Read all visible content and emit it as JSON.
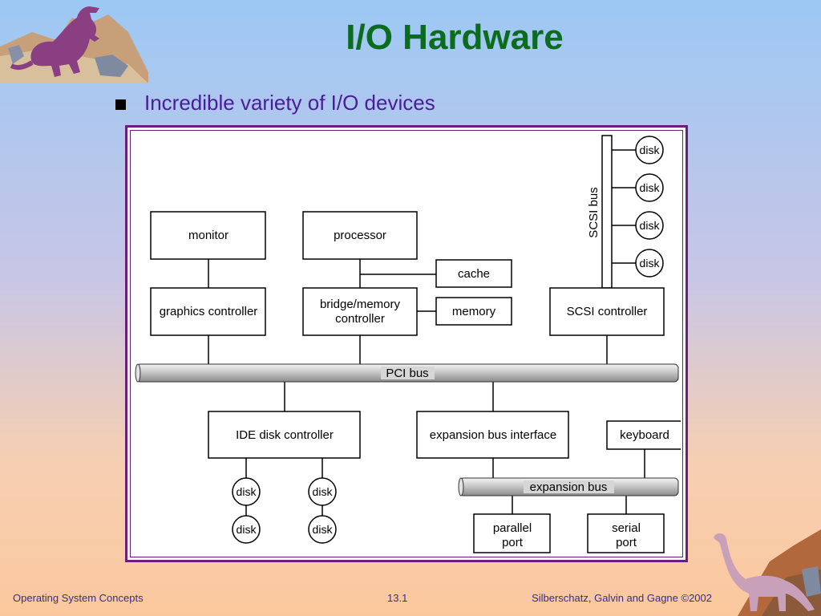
{
  "slide": {
    "title": "I/O Hardware",
    "bullet": "Incredible variety of I/O devices"
  },
  "diagram": {
    "labels": {
      "monitor": "monitor",
      "processor": "processor",
      "cache": "cache",
      "graphics_controller": "graphics controller",
      "bridge_memory_controller": [
        "bridge/memory",
        "controller"
      ],
      "memory": "memory",
      "scsi_controller": "SCSI controller",
      "scsi_bus": "SCSI bus",
      "pci_bus": "PCI bus",
      "ide_disk_controller": "IDE disk controller",
      "expansion_bus_interface": "expansion bus interface",
      "keyboard": "keyboard",
      "expansion_bus": "expansion bus",
      "parallel_port": [
        "parallel",
        "port"
      ],
      "serial_port": [
        "serial",
        "port"
      ],
      "disk": "disk"
    }
  },
  "footer": {
    "left": "Operating System Concepts",
    "center": "13.1",
    "right": "Silberschatz, Galvin and  Gagne ©2002"
  },
  "colors": {
    "title": "#0b6b1e",
    "bullet_text": "#4b1c98",
    "frame": "#6a1f7a",
    "footer_text": "#3a2a8a"
  },
  "icons": [
    "trex-dinosaur-clipart",
    "brontosaurus-dinosaur-clipart",
    "square-bullet-icon"
  ]
}
